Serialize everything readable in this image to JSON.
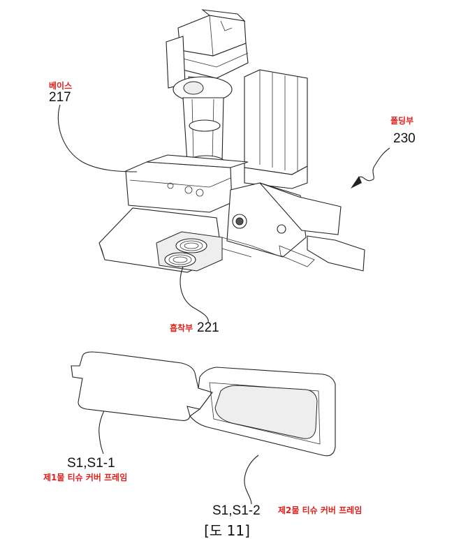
{
  "labels": {
    "base_name": "베이스",
    "base_num": "217",
    "folding_name": "폴딩부",
    "folding_num": "230",
    "suction_name": "흡착부",
    "suction_num": "221",
    "s1_1_num": "S1,S1-1",
    "s1_1_name": "제1물 티슈 커버 프레임",
    "s1_2_num": "S1,S1-2",
    "s1_2_name": "제2물 티슈 커버 프레임"
  },
  "caption": "[도 11]",
  "colors": {
    "label_red": "#e0201c",
    "line": "#222222"
  }
}
